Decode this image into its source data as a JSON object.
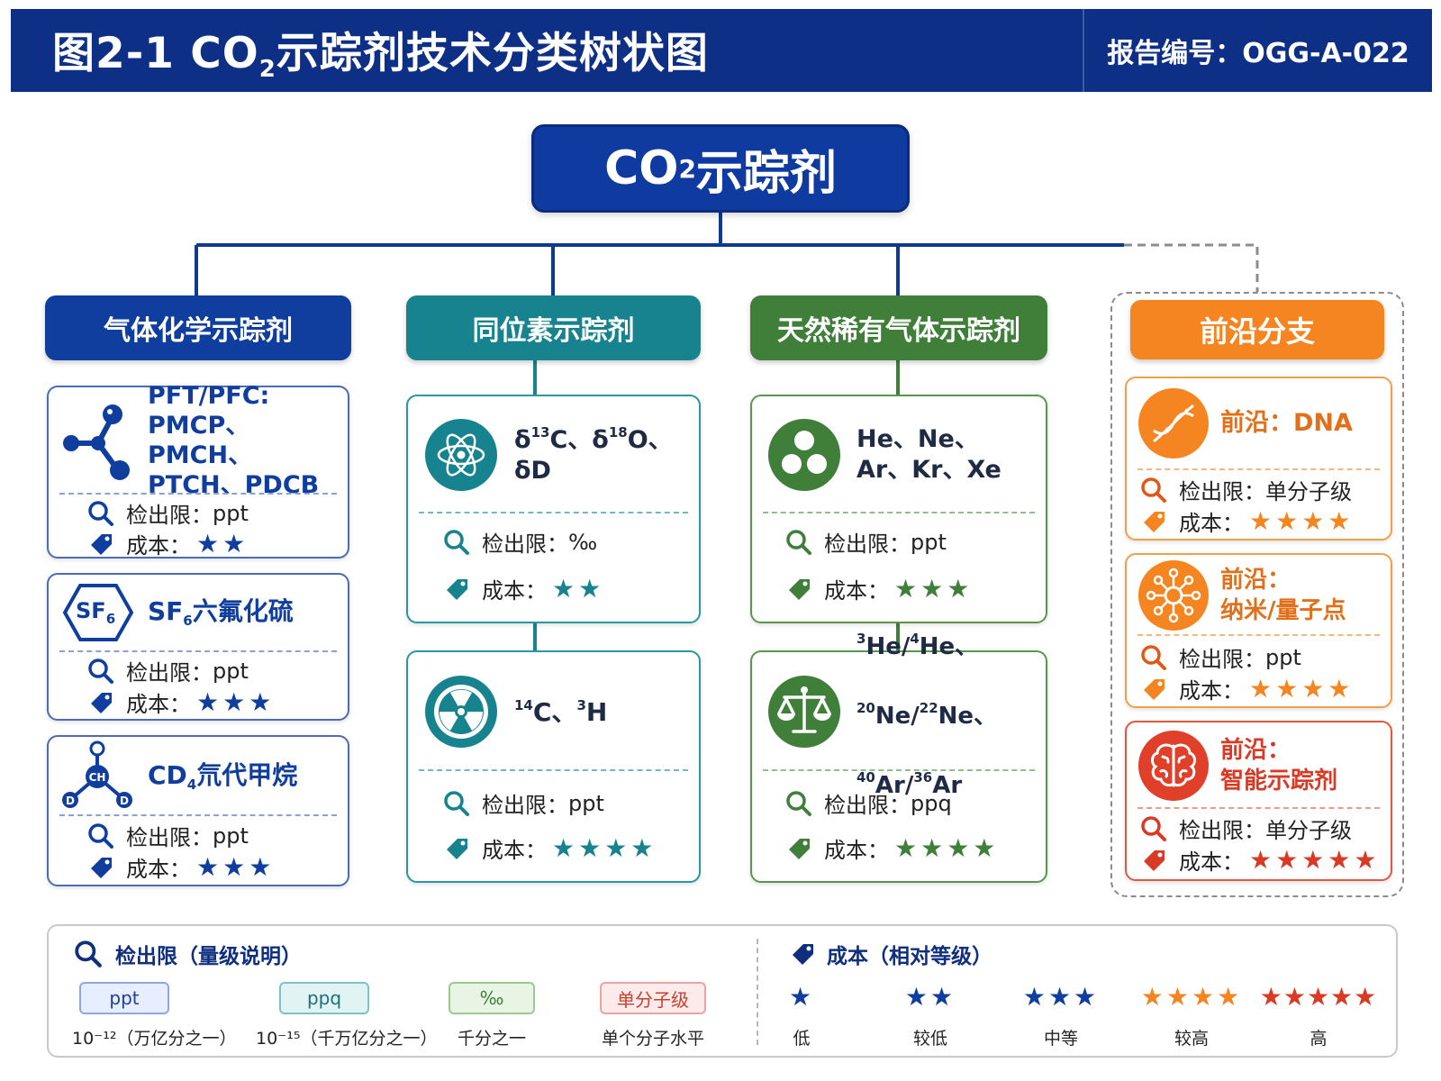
{
  "header": {
    "title_prefix": "图2-1  CO",
    "title_sub": "2",
    "title_suffix": "示踪剂技术分类树状图",
    "report": "报告编号：OGG-A-022"
  },
  "root": {
    "prefix": "CO",
    "sub": "2",
    "suffix": "示踪剂"
  },
  "categories": {
    "gas_chem": "气体化学示踪剂",
    "isotope": "同位素示踪剂",
    "noble": "天然稀有气体示踪剂",
    "frontier": "前沿分支"
  },
  "labels": {
    "detect": "检出限：",
    "cost": "成本："
  },
  "cards": {
    "pft": {
      "name": "PFT/PFC:\nPMCP、PMCH、\nPTCH、PDCB",
      "detect": "ppt",
      "stars": "★★"
    },
    "sf6": {
      "name_prefix": "SF",
      "name_sub": "6",
      "name_suffix": "六氟化硫",
      "icon_main": "SF",
      "icon_sub": "6",
      "detect": "ppt",
      "stars": "★★★"
    },
    "cd4": {
      "name_prefix": "CD",
      "name_sub": "4",
      "name_suffix": "氘代甲烷",
      "icon_center": "CH",
      "icon_atom": "D",
      "detect": "ppt",
      "stars": "★★★"
    },
    "stable_iso": {
      "name": "δ13C、δ18O、δD",
      "p1": "δ",
      "s1": "13",
      "t1": "C、δ",
      "s2": "18",
      "t2": "O、δD",
      "detect": "‰",
      "stars": "★★"
    },
    "radio_iso": {
      "s1": "14",
      "t1": "C、",
      "s2": "3",
      "t2": "H",
      "detect": "ppt",
      "stars": "★★★★"
    },
    "noble1": {
      "name": "He、Ne、\nAr、Kr、Xe",
      "detect": "ppt",
      "stars": "★★★"
    },
    "noble2": {
      "s1": "3",
      "t1": "He/",
      "s2": "4",
      "t2": "He、",
      "s3": "20",
      "t3": "Ne/",
      "s4": "22",
      "t4": "Ne、",
      "s5": "40",
      "t5": "Ar/",
      "s6": "36",
      "t6": "Ar",
      "detect": "ppq",
      "stars": "★★★★"
    },
    "dna": {
      "name": "前沿：DNA",
      "detect": "单分子级",
      "stars": "★★★★"
    },
    "nano": {
      "name": "前沿：\n纳米/量子点",
      "detect": "ppt",
      "stars": "★★★★"
    },
    "smart": {
      "name": "前沿：\n智能示踪剂",
      "detect": "单分子级",
      "stars": "★★★★★"
    }
  },
  "legend": {
    "detect_title": "检出限（量级说明）",
    "cost_title": "成本（相对等级）",
    "pills": [
      {
        "label": "ppt",
        "desc": "10⁻¹²（万亿分之一）"
      },
      {
        "label": "ppq",
        "desc": "10⁻¹⁵（千万亿分之一）"
      },
      {
        "label": "‰",
        "desc": "千分之一"
      },
      {
        "label": "单分子级",
        "desc": "单个分子水平"
      }
    ],
    "cost_levels": [
      {
        "stars": "★",
        "label": "低"
      },
      {
        "stars": "★★",
        "label": "较低"
      },
      {
        "stars": "★★★",
        "label": "中等"
      },
      {
        "stars": "★★★★",
        "label": "较高"
      },
      {
        "stars": "★★★★★",
        "label": "高"
      }
    ]
  },
  "colors": {
    "navy": "#0d2f86",
    "blue": "#0f3e9e",
    "teal": "#17838f",
    "green": "#3f7f3a",
    "orange": "#f58520",
    "red": "#e0402a"
  }
}
